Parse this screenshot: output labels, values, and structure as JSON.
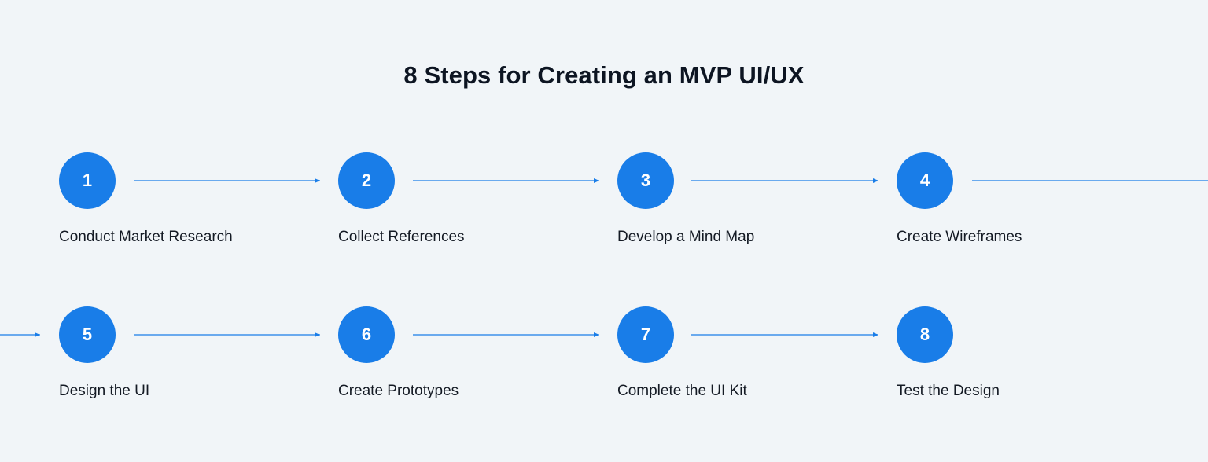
{
  "title": "8 Steps for Creating an MVP UI/UX",
  "colors": {
    "accent": "#197de8",
    "background": "#f1f5f8",
    "text": "#141a24"
  },
  "steps": [
    {
      "number": "1",
      "label": "Conduct Market Research"
    },
    {
      "number": "2",
      "label": "Collect References"
    },
    {
      "number": "3",
      "label": "Develop a Mind Map"
    },
    {
      "number": "4",
      "label": "Create Wireframes"
    },
    {
      "number": "5",
      "label": "Design the UI"
    },
    {
      "number": "6",
      "label": "Create Prototypes"
    },
    {
      "number": "7",
      "label": "Complete the UI Kit"
    },
    {
      "number": "8",
      "label": "Test the Design"
    }
  ]
}
